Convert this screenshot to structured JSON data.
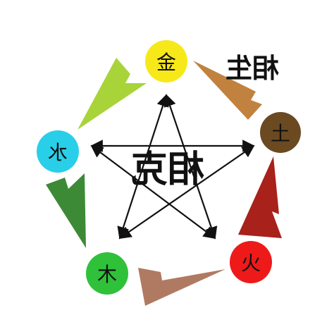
{
  "elements": {
    "metal": {
      "label": "金",
      "color": "#f7e81a"
    },
    "earth": {
      "label": "土",
      "color": "#6b4a22"
    },
    "fire": {
      "label": "火",
      "color": "#ee1a1a"
    },
    "wood": {
      "label": "木",
      "color": "#2fc13a"
    },
    "water": {
      "label": "水",
      "color": "#29cfe8"
    }
  },
  "generating": {
    "label": "相生"
  },
  "overcoming": {
    "label": "相克"
  },
  "arrow_colors": {
    "metal_to_water": "#a8d43a",
    "water_to_wood": "#3c8a36",
    "wood_to_fire": "#b07a62",
    "fire_to_earth": "#a8211a",
    "earth_to_metal": "#c0823e"
  }
}
